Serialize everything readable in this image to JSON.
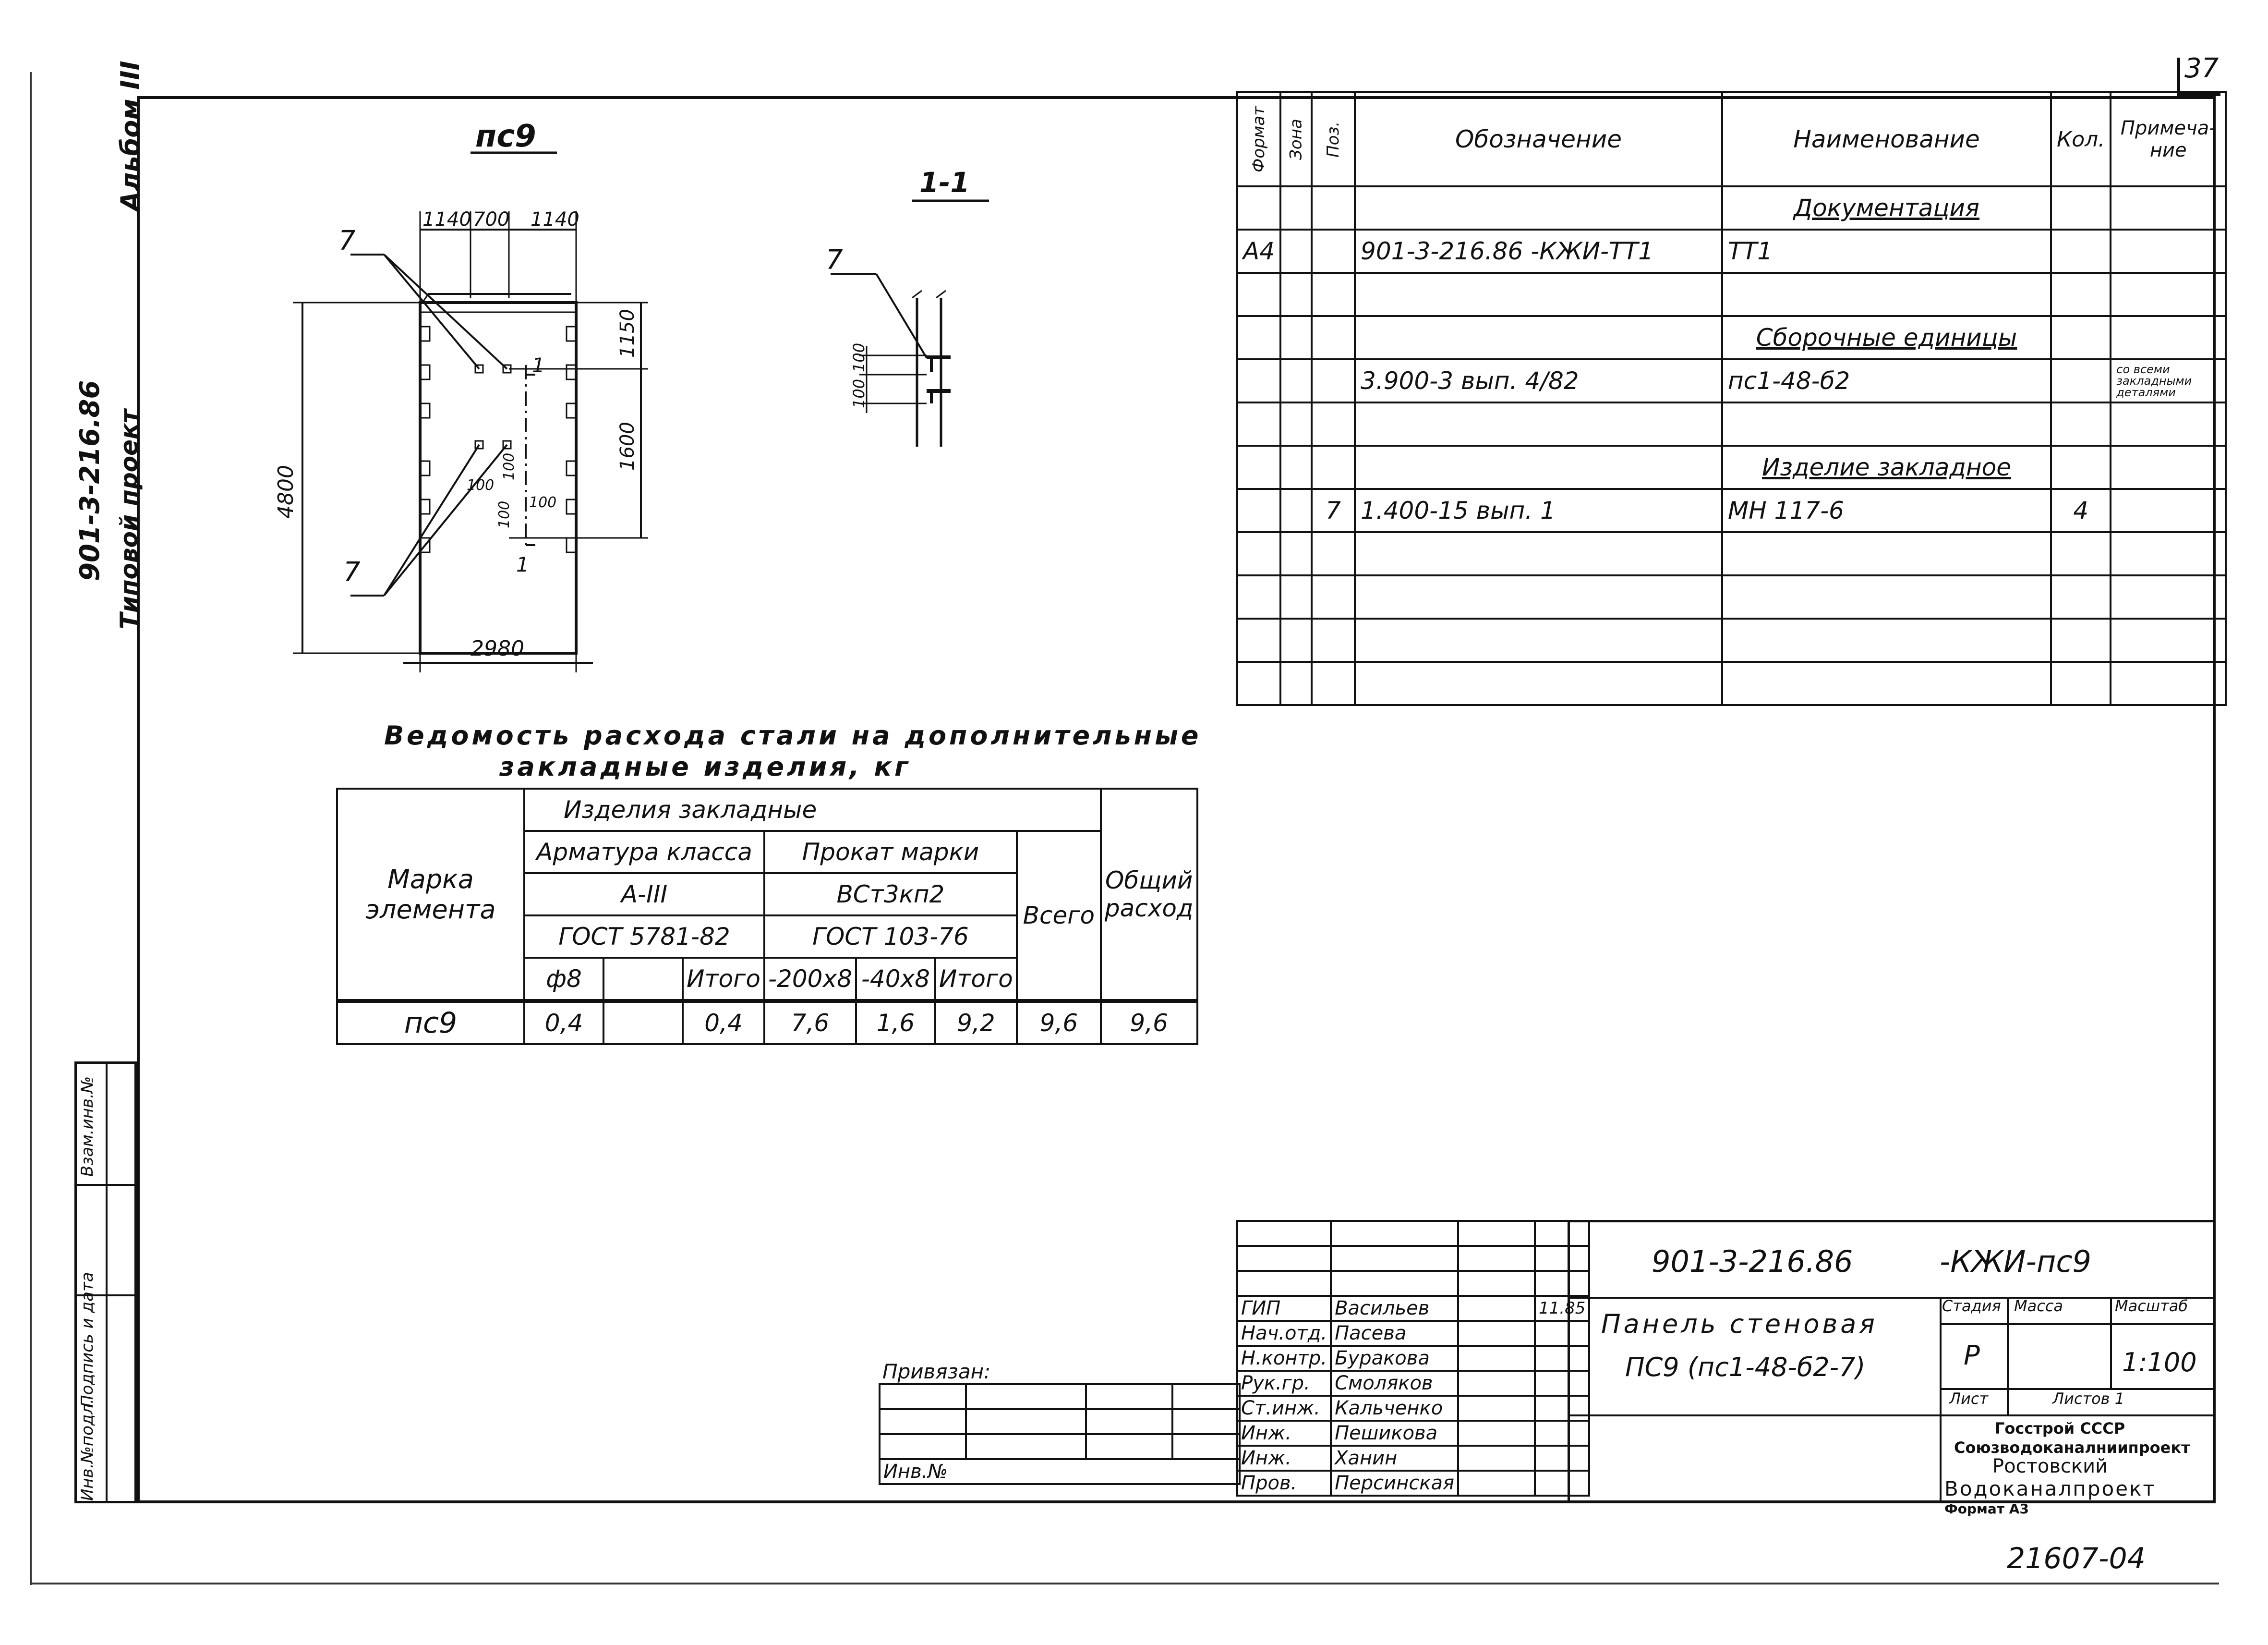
{
  "page_number": "37",
  "album": "Альбом III",
  "project_code_vertical": "901-3-216.86",
  "project_type_vertical": "Типовой проект",
  "left_stamp": {
    "col1": "Инв.№подл.",
    "col2": "Подпись и дата",
    "col3": "Взам.инв.№"
  },
  "drawing": {
    "plan_title": "пс9",
    "section_title": "1-1",
    "dims_top": [
      "1140",
      "700",
      "1140"
    ],
    "dim_height": "4800",
    "dim_right_upper": "1150",
    "dim_right_lower": "1600",
    "dim_width": "2980",
    "dim_inner_100a": "100",
    "dim_inner_100b": "100",
    "dim_inner_100c": "100",
    "dim_inner_100d": "100",
    "pos_mark": "7",
    "section_mark": "1",
    "section_dim_a": "100",
    "section_dim_b": "100"
  },
  "spec_table": {
    "headers": [
      "Формат",
      "Зона",
      "Поз.",
      "Обозначение",
      "Наименование",
      "Кол.",
      "Примеча-ние"
    ],
    "rows": [
      {
        "format": "",
        "zone": "",
        "pos": "",
        "designation": "",
        "name": "Документация",
        "qty": "",
        "note": "",
        "section": true
      },
      {
        "format": "А4",
        "zone": "",
        "pos": "",
        "designation": "901-3-216.86 -КЖИ-ТТ1",
        "name": "ТТ1",
        "qty": "",
        "note": "",
        "section": false
      },
      {
        "format": "",
        "zone": "",
        "pos": "",
        "designation": "",
        "name": "",
        "qty": "",
        "note": "",
        "section": false
      },
      {
        "format": "",
        "zone": "",
        "pos": "",
        "designation": "",
        "name": "Сборочные единицы",
        "qty": "",
        "note": "",
        "section": true
      },
      {
        "format": "",
        "zone": "",
        "pos": "",
        "designation": "3.900-3 вып. 4/82",
        "name": "пс1-48-б2",
        "qty": "",
        "note": "со всеми закладными деталями",
        "section": false
      },
      {
        "format": "",
        "zone": "",
        "pos": "",
        "designation": "",
        "name": "",
        "qty": "",
        "note": "",
        "section": false
      },
      {
        "format": "",
        "zone": "",
        "pos": "",
        "designation": "",
        "name": "Изделие закладное",
        "qty": "",
        "note": "",
        "section": true
      },
      {
        "format": "",
        "zone": "",
        "pos": "7",
        "designation": "1.400-15 вып. 1",
        "name": "МН 117-6",
        "qty": "4",
        "note": "",
        "section": false
      },
      {
        "format": "",
        "zone": "",
        "pos": "",
        "designation": "",
        "name": "",
        "qty": "",
        "note": "",
        "section": false
      },
      {
        "format": "",
        "zone": "",
        "pos": "",
        "designation": "",
        "name": "",
        "qty": "",
        "note": "",
        "section": false
      },
      {
        "format": "",
        "zone": "",
        "pos": "",
        "designation": "",
        "name": "",
        "qty": "",
        "note": "",
        "section": false
      },
      {
        "format": "",
        "zone": "",
        "pos": "",
        "designation": "",
        "name": "",
        "qty": "",
        "note": "",
        "section": false
      }
    ]
  },
  "steel_table": {
    "title_line1": "Ведомость расхода стали на дополнительные",
    "title_line2": "закладные изделия, кг",
    "col_mark": "Марка элемента",
    "group": "Изделия закладные",
    "sub1": "Арматура класса",
    "sub2": "Прокат марки",
    "sub1_class": "А-III",
    "sub2_grade": "ВСт3кп2",
    "sub1_gost": "ГОСТ 5781-82",
    "sub2_gost": "ГОСТ 103-76",
    "col_total": "Всего",
    "col_overall": "Общий расход",
    "cols": [
      "ф8",
      "",
      "Итого",
      "-200х8",
      "-40х8",
      "Итого"
    ],
    "row": {
      "mark": "пс9",
      "values": [
        "0,4",
        "",
        "0,4",
        "7,6",
        "1,6",
        "9,2"
      ],
      "total": "9,6",
      "overall": "9,6"
    }
  },
  "title_block": {
    "code": "901-3-216.86",
    "code_suffix": "-КЖИ-пс9",
    "name_line1": "Панель стеновая",
    "name_line2": "ПС9 (пс1-48-б2-7)",
    "stage_label": "Стадия",
    "mass_label": "Масса",
    "scale_label": "Масштаб",
    "stage": "Р",
    "mass": "",
    "scale": "1:100",
    "sheet_label": "Лист",
    "sheets_label": "Листов 1",
    "org1": "Госстрой СССР",
    "org2": "Союзводоканалниипроект",
    "org3": "Ростовский",
    "org4": "Водоканалпроект",
    "format": "Формат А3",
    "tied_label": "Привязан:",
    "inv_label": "Инв.№",
    "date": "11.85",
    "staff": [
      {
        "role": "ГИП",
        "name": "Васильев"
      },
      {
        "role": "Нач.отд.",
        "name": "Пасева"
      },
      {
        "role": "Н.контр.",
        "name": "Буракова"
      },
      {
        "role": "Рук.гр.",
        "name": "Смоляков"
      },
      {
        "role": "Ст.инж.",
        "name": "Кальченко"
      },
      {
        "role": "Инж.",
        "name": "Пешикова"
      },
      {
        "role": "Инж.",
        "name": "Ханин"
      },
      {
        "role": "Пров.",
        "name": "Персинская"
      }
    ]
  },
  "sheet_id": "21607-04"
}
